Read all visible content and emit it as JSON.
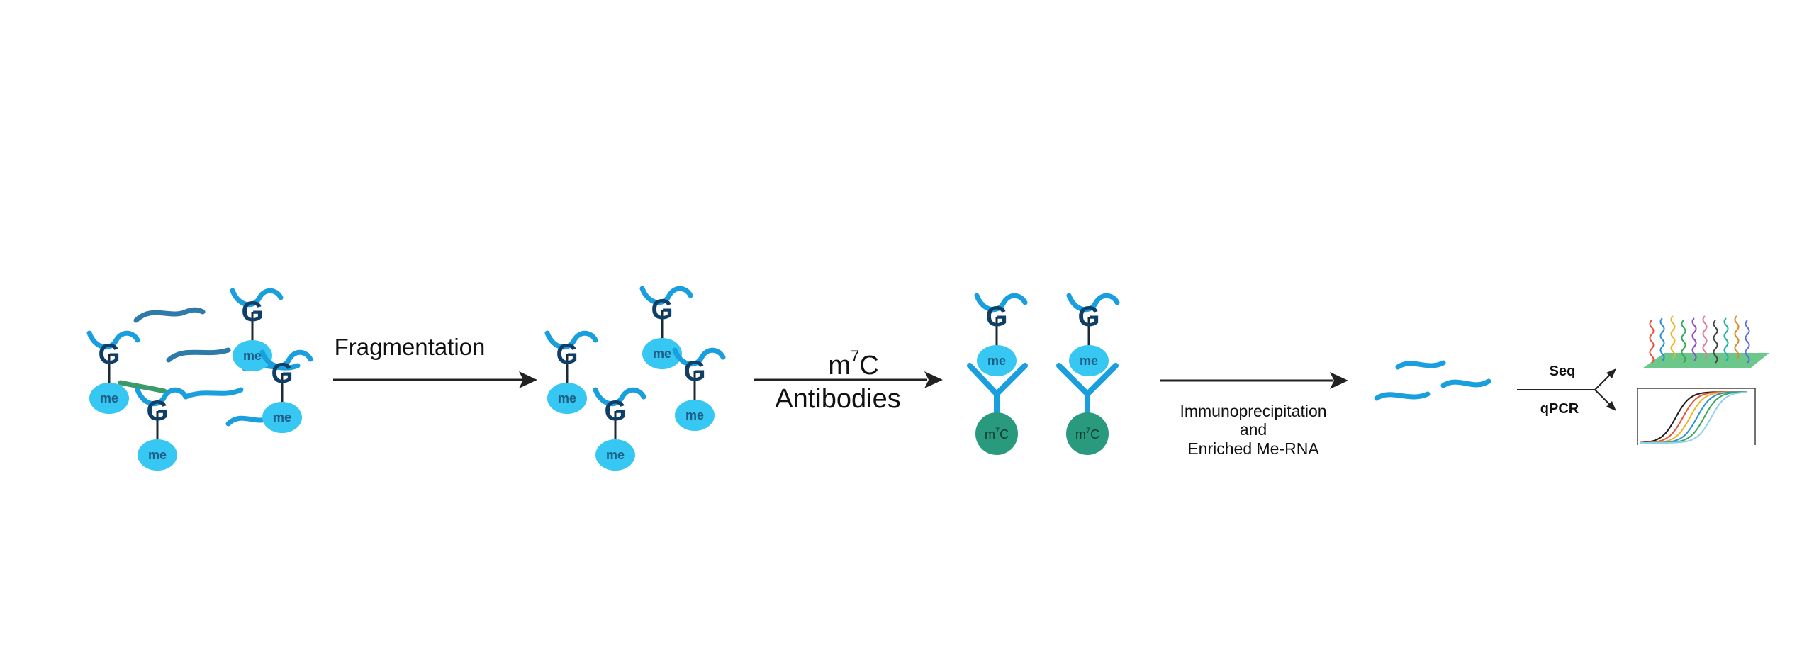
{
  "steps": {
    "fragmentation": "Fragmentation",
    "antibody_mod_base": "m",
    "antibody_mod_sup": "7",
    "antibody_mod_tail": "C",
    "antibodies": "Antibodies",
    "ip_line1": "Immunoprecipitation",
    "ip_line2": "and",
    "ip_line3": "Enriched Me-RNA",
    "seq": "Seq",
    "qpcr": "qPCR"
  },
  "nucleotide": {
    "base": "G",
    "methyl": "me"
  },
  "bead": {
    "base": "m",
    "sup": "7",
    "tail": "C"
  },
  "colors": {
    "rna": "#1a9fde",
    "methyl_ball": "#36c8f2",
    "bead": "#2a9a7e",
    "array": "#6cc78a"
  }
}
